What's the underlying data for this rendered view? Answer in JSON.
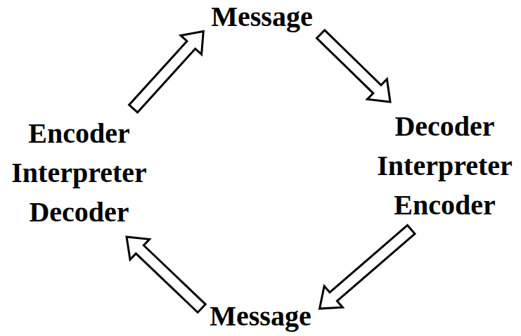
{
  "diagram": {
    "nodes": [
      {
        "text": [
          "Message"
        ]
      },
      {
        "text": [
          "Decoder",
          "Interpreter",
          "Encoder"
        ]
      },
      {
        "text": [
          "Message"
        ]
      },
      {
        "text": [
          "Encoder",
          "Interpreter",
          "Decoder"
        ]
      }
    ],
    "edges": [
      {
        "from": 0,
        "to": 1,
        "arrow": "to"
      },
      {
        "from": 1,
        "to": 2,
        "arrow": "to"
      },
      {
        "from": 2,
        "to": 3,
        "arrow": "to"
      },
      {
        "from": 3,
        "to": 0,
        "arrow": "to"
      }
    ]
  }
}
